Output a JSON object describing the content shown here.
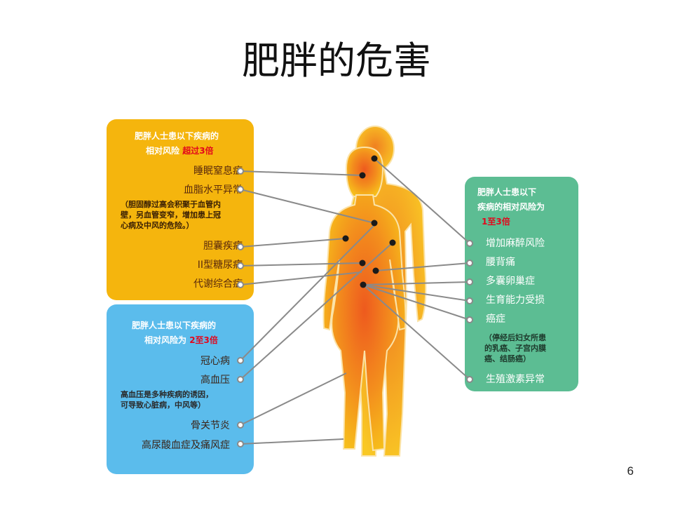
{
  "title": "肥胖的危害",
  "page_number": "6",
  "yellow_panel": {
    "header_line1": "肥胖人士患以下疾病的",
    "header_line2_prefix": "相对风险",
    "header_line2_highlight": "超过3倍",
    "items": [
      "睡眠窒息症",
      "血脂水平异常",
      "胆囊疾病",
      "II型糖尿病",
      "代谢综合症"
    ],
    "note": [
      "（胆固醇过高会积聚于血管内",
      "壁，另血管变窄，增加患上冠",
      "心病及中风的危险。）"
    ]
  },
  "blue_panel": {
    "header_line1": "肥胖人士患以下疾病的",
    "header_line2_prefix": "相对风险为",
    "header_line2_highlight": "2至3倍",
    "items": [
      "冠心病",
      "高血压",
      "骨关节炎",
      "高尿酸血症及痛风症"
    ],
    "note": [
      "高血压是多种疾病的诱因，",
      "可导致心脏病，中风等）"
    ]
  },
  "green_panel": {
    "header_line1": "肥胖人士患以下",
    "header_line2": "疾病的相对风险为",
    "header_line3_highlight": "1至3倍",
    "items": [
      "增加麻醉风险",
      "腰背痛",
      "多囊卵巢症",
      "生育能力受损",
      "癌症",
      "生殖激素异常"
    ],
    "note": [
      "（停经后妇女所患",
      "的乳癌、子宫内膜",
      "癌、结肠癌）"
    ]
  },
  "colors": {
    "yellow": "#f5b50d",
    "blue": "#5bbcec",
    "green": "#5cbd93",
    "highlight_red": "#e3061c",
    "body_orange": "#f08a1c"
  }
}
